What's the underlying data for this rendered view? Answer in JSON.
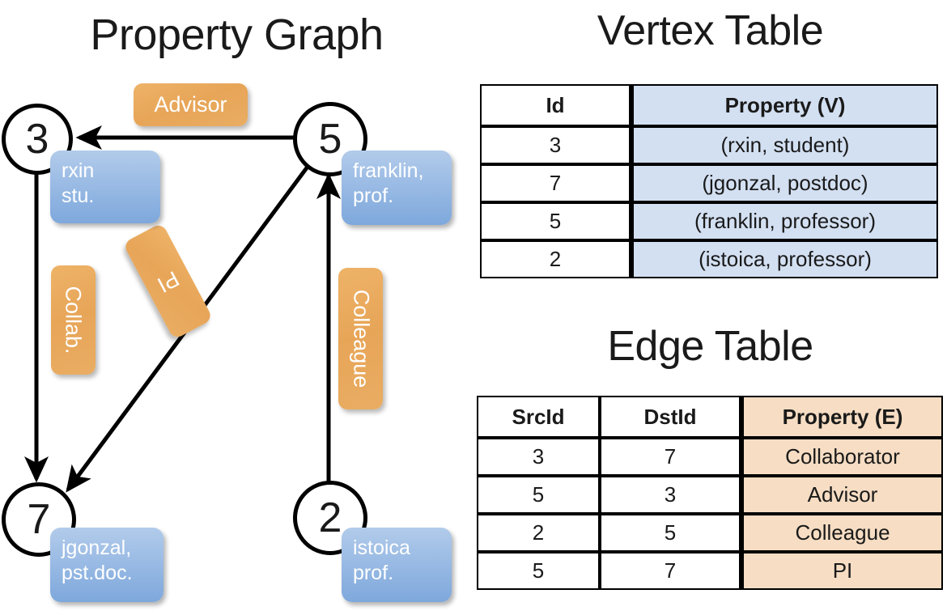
{
  "titles": {
    "property_graph": "Property Graph",
    "vertex_table": "Vertex Table",
    "edge_table": "Edge Table"
  },
  "graph": {
    "nodes": [
      {
        "id": "3",
        "label": "3",
        "property_line1": "rxin",
        "property_line2": "stu."
      },
      {
        "id": "5",
        "label": "5",
        "property_line1": "franklin,",
        "property_line2": "prof."
      },
      {
        "id": "7",
        "label": "7",
        "property_line1": "jgonzal,",
        "property_line2": "pst.doc."
      },
      {
        "id": "2",
        "label": "2",
        "property_line1": "istoica",
        "property_line2": "prof."
      }
    ],
    "edge_labels": [
      {
        "key": "advisor",
        "text": "Advisor",
        "src": "5",
        "dst": "3"
      },
      {
        "key": "collab",
        "text": "Collab.",
        "src": "3",
        "dst": "7"
      },
      {
        "key": "pi",
        "text": "PI",
        "src": "5",
        "dst": "7"
      },
      {
        "key": "colleague",
        "text": "Colleague",
        "src": "2",
        "dst": "5"
      }
    ]
  },
  "vertex_table": {
    "headers": [
      "Id",
      "Property (V)"
    ],
    "rows": [
      {
        "id": "3",
        "property": "(rxin, student)"
      },
      {
        "id": "7",
        "property": "(jgonzal, postdoc)"
      },
      {
        "id": "5",
        "property": "(franklin, professor)"
      },
      {
        "id": "2",
        "property": "(istoica, professor)"
      }
    ]
  },
  "edge_table": {
    "headers": [
      "SrcId",
      "DstId",
      "Property (E)"
    ],
    "rows": [
      {
        "src": "3",
        "dst": "7",
        "property": "Collaborator"
      },
      {
        "src": "5",
        "dst": "3",
        "property": "Advisor"
      },
      {
        "src": "2",
        "dst": "5",
        "property": "Colleague"
      },
      {
        "src": "5",
        "dst": "7",
        "property": "PI"
      }
    ]
  },
  "colors": {
    "vertex_property_fill": "#d3e0f2",
    "edge_property_fill": "#f6ddc3",
    "vertex_box_blue": "#7ea8dc",
    "edge_label_orange": "#e7a558",
    "stroke": "#000000",
    "background": "#ffffff"
  }
}
